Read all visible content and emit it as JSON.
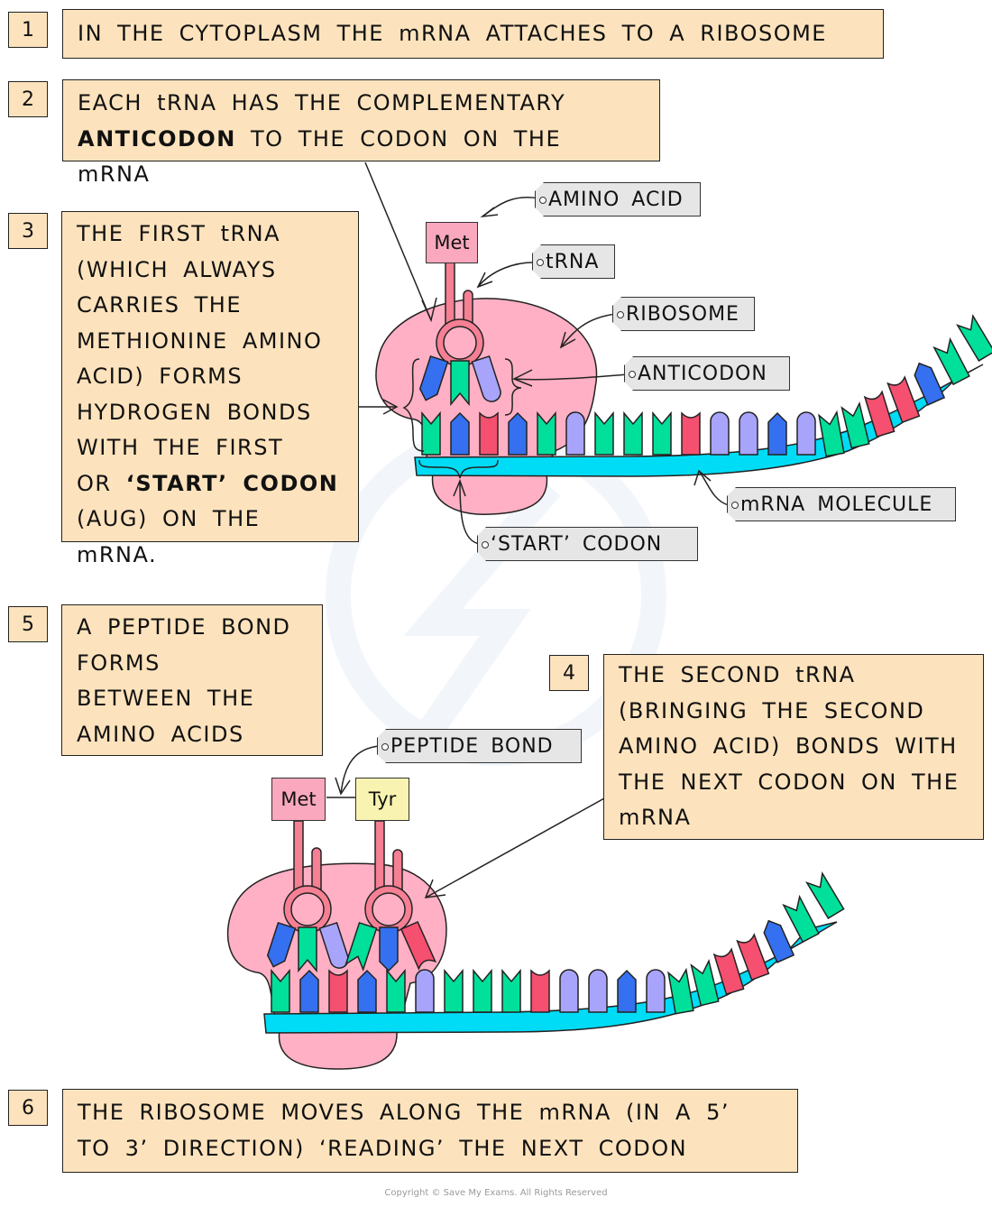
{
  "steps": [
    {
      "number": "1",
      "lines": [
        "IN THE CYTOPLASM THE mRNA ATTACHES TO A RIBOSOME"
      ]
    },
    {
      "number": "2",
      "line1": "EACH tRNA HAS THE COMPLEMENTARY",
      "line2_bold": "ANTICODON",
      "line2_rest": " TO THE CODON ON THE mRNA"
    },
    {
      "number": "3",
      "lines": [
        "THE FIRST tRNA",
        "(WHICH ALWAYS",
        "CARRIES THE",
        "METHIONINE AMINO",
        "ACID) FORMS",
        "HYDROGEN BONDS",
        "WITH THE FIRST"
      ],
      "line8_pre": "OR ",
      "line8_bold": "‘START’ CODON",
      "line9": "(AUG) ON THE mRNA."
    },
    {
      "number": "4",
      "lines": [
        "THE SECOND tRNA",
        "(BRINGING THE SECOND",
        "AMINO ACID) BONDS WITH",
        "THE NEXT CODON ON THE",
        "mRNA"
      ]
    },
    {
      "number": "5",
      "lines": [
        "A PEPTIDE BOND",
        "FORMS",
        "BETWEEN THE",
        "AMINO ACIDS"
      ]
    },
    {
      "number": "6",
      "lines": [
        "THE RIBOSOME MOVES ALONG THE mRNA (IN A 5’",
        "TO 3’ DIRECTION) ‘READING’ THE NEXT CODON"
      ]
    }
  ],
  "labels": {
    "amino_acid": "AMINO ACID",
    "trna": "tRNA",
    "ribosome": "RIBOSOME",
    "anticodon": "ANTICODON",
    "mrna_molecule": "mRNA MOLECULE",
    "start_codon": "‘START’ CODON",
    "peptide_bond": "PEPTIDE BOND"
  },
  "amino_acids": {
    "first": "Met",
    "second": "Tyr"
  },
  "colors": {
    "box_fill": "#fde3bd",
    "tag_fill": "#e6e6e6",
    "ribosome": "#ffb0c4",
    "trna": "#f57f93",
    "mrna_strand": "#00dcf5",
    "met_fill": "#f9a8bd",
    "tyr_fill": "#f8f3b0",
    "base_green": "#00e09a",
    "base_blue": "#3470f0",
    "base_red": "#f5506f",
    "base_lavender": "#a8a4fc"
  },
  "upper_mrna_bases": [
    "G",
    "B",
    "R",
    "B",
    "G",
    "L",
    "G",
    "G",
    "G",
    "R",
    "L",
    "L",
    "B",
    "L",
    "G",
    "G",
    "R",
    "R",
    "B",
    "G",
    "G"
  ],
  "lower_mrna_bases": [
    "G",
    "B",
    "R",
    "B",
    "G",
    "L",
    "G",
    "G",
    "G",
    "R",
    "L",
    "L",
    "B",
    "L",
    "G",
    "G",
    "R",
    "R",
    "B",
    "G",
    "G"
  ],
  "upper_anticodon": [
    "B",
    "G",
    "L"
  ],
  "lower_anticodons": [
    [
      "B",
      "G",
      "L"
    ],
    [
      "G",
      "B",
      "R"
    ]
  ],
  "copyright": "Copyright © Save My Exams. All Rights Reserved"
}
